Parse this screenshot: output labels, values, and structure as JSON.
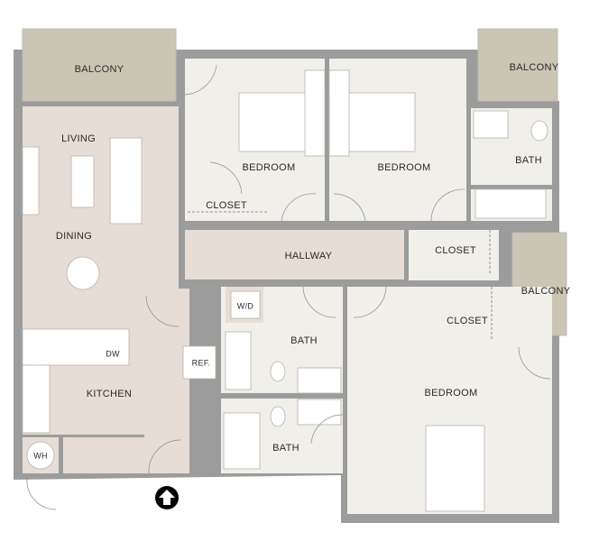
{
  "floorplan": {
    "colors": {
      "wall": "#9c9c9c",
      "living": "#e6ddd6",
      "bedroom": "#f1efea",
      "balcony": "#cbc5b4"
    },
    "rooms": {
      "balcony_living": "BALCONY",
      "balcony_bed2": "BALCONY",
      "balcony_bed3": "BALCONY",
      "living": "LIVING",
      "dining": "DINING",
      "kitchen": "KITCHEN",
      "bedroom1": "BEDROOM",
      "bedroom2": "BEDROOM",
      "bedroom3": "BEDROOM",
      "closet1": "CLOSET",
      "closet2": "CLOSET",
      "closet3": "CLOSET",
      "bath1": "BATH",
      "bath2": "BATH",
      "bath3": "BATH",
      "hallway": "HALLWAY"
    },
    "fixtures": {
      "washer_dryer": "W/D",
      "dishwasher": "DW",
      "refrigerator": "REF.",
      "water_heater": "WH"
    },
    "entry_icon": "entry-arrow-icon"
  }
}
